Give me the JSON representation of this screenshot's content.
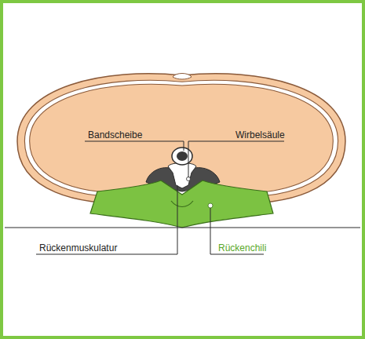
{
  "diagram": {
    "labels": [
      "Bandscheibe",
      "Wirbelsäule",
      "Rückenmuskulatur",
      "Rückenchili"
    ]
  }
}
